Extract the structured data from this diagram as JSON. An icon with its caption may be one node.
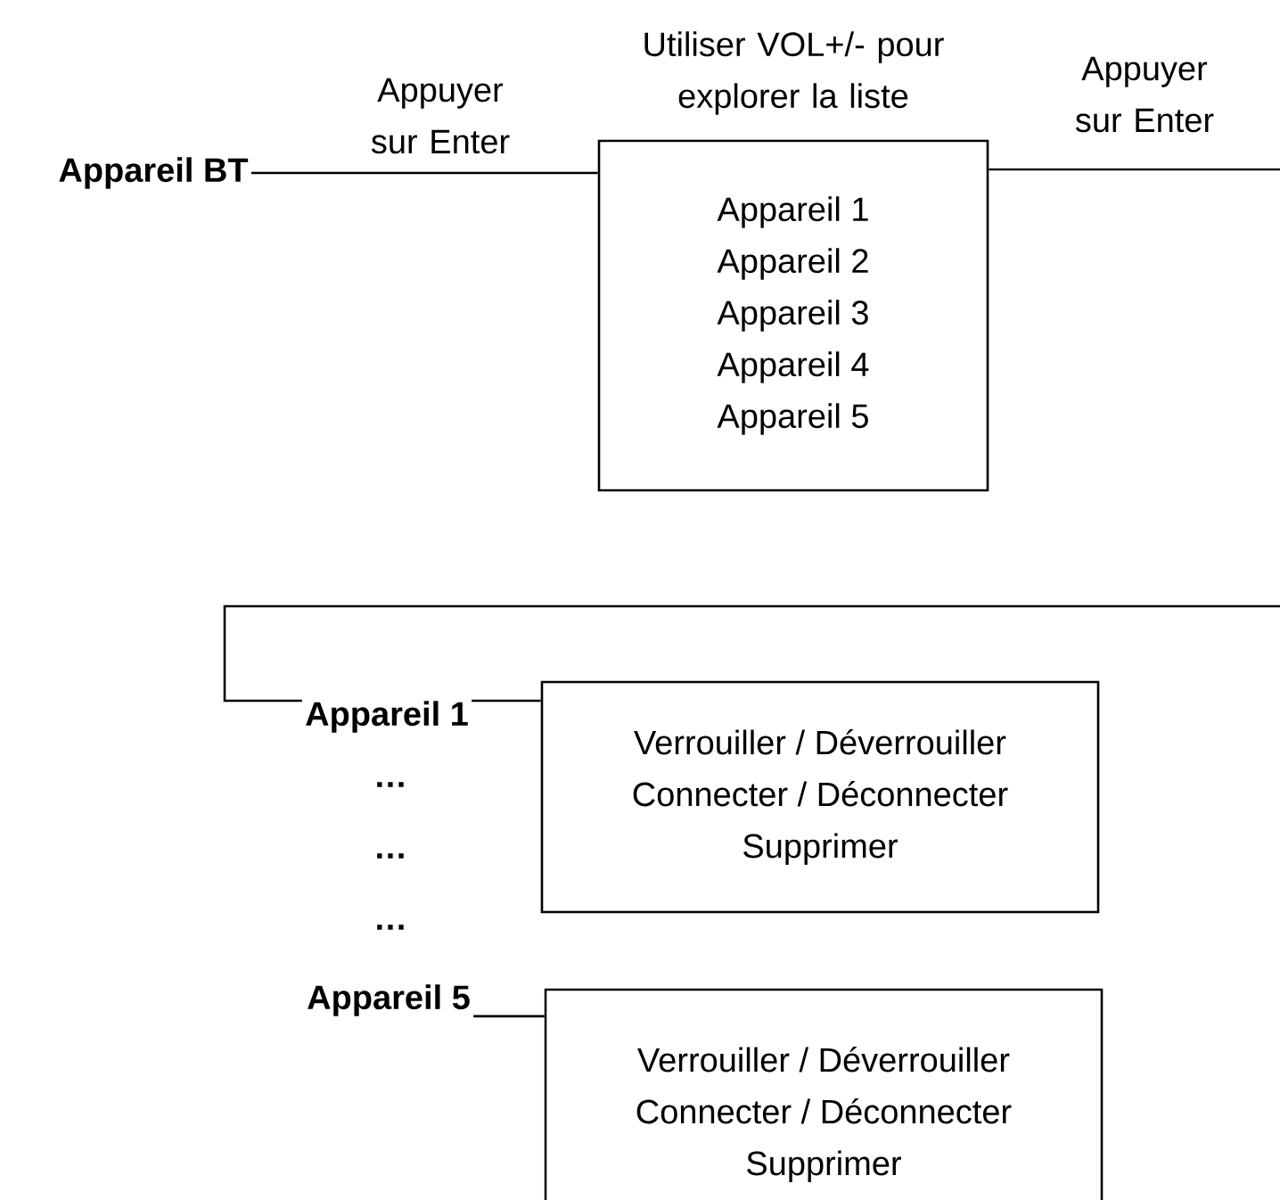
{
  "diagram": {
    "nodes": [
      {
        "text": [
          "Appareil BT"
        ]
      },
      {
        "text": [
          "Utiliser VOL+/- pour explorer la liste",
          "Appareil 1",
          "Appareil 2",
          "Appareil 3",
          "Appareil 4",
          "Appareil 5"
        ]
      },
      {
        "text": [
          "Appareil 1"
        ]
      },
      {
        "text": [
          "Verrouiller / Déverrouiller",
          "Connecter / Déconnecter",
          "Supprimer"
        ]
      },
      {
        "text": [
          "Appareil 5"
        ]
      },
      {
        "text": [
          "Verrouiller / Déverrouiller",
          "Connecter / Déconnecter",
          "Supprimer"
        ]
      }
    ],
    "edges": [
      {
        "from": 0,
        "to": 1,
        "arrow": "none",
        "label": "Appuyer sur Enter"
      },
      {
        "from": 1,
        "to": 2,
        "arrow": "none",
        "label": "Appuyer sur Enter"
      },
      {
        "from": 2,
        "to": 3,
        "arrow": "none"
      },
      {
        "from": 4,
        "to": 5,
        "arrow": "none"
      }
    ],
    "labels": [
      "…",
      "…",
      "…"
    ]
  }
}
